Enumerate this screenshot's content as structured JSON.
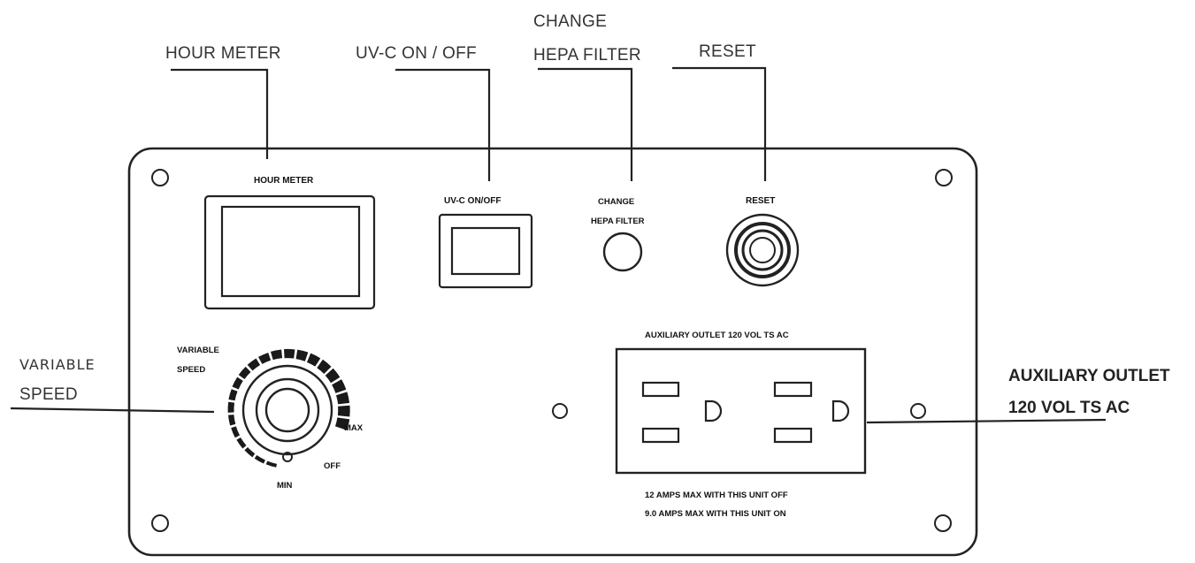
{
  "callouts": {
    "hour_meter": "HOUR METER",
    "uvc": "UV-C ON / OFF",
    "change_line1": "CHANGE",
    "change_line2": "HEPA FILTER",
    "reset": "RESET",
    "variable_line1": "VARIABLE",
    "variable_line2": "SPEED",
    "aux_line1": "AUXILIARY OUTLET",
    "aux_line2": "120 VOL TS AC"
  },
  "panel": {
    "hour_meter": "HOUR METER",
    "uvc": "UV-C ON/OFF",
    "change_line1": "CHANGE",
    "change_line2": "HEPA FILTER",
    "reset": "RESET",
    "variable_line1": "VARIABLE",
    "variable_line2": "SPEED",
    "max": "MAX",
    "min": "MIN",
    "off": "OFF",
    "aux_title": "AUXILIARY OUTLET 120 VOL TS AC",
    "aux_note1": "12 AMPS MAX WITH THIS UNIT OFF",
    "aux_note2": "9.0 AMPS MAX WITH THIS UNIT ON"
  },
  "colors": {
    "line": "#222222",
    "text": "#333333"
  }
}
